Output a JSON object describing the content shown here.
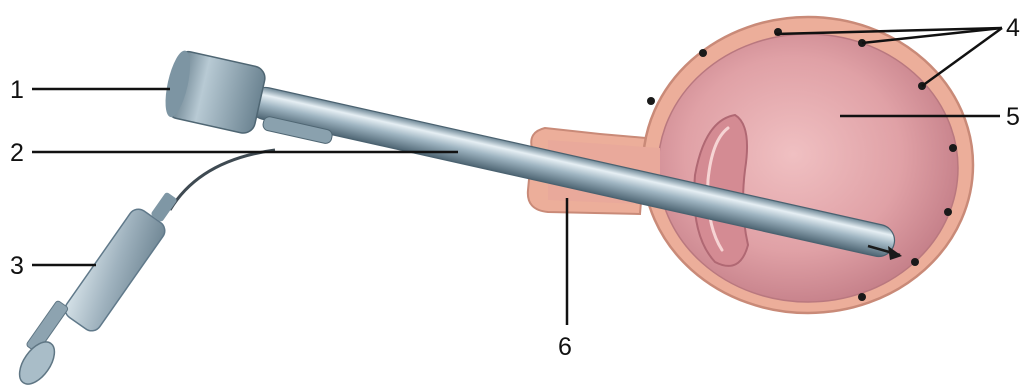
{
  "labels": [
    {
      "id": "1",
      "text": "1"
    },
    {
      "id": "2",
      "text": "2"
    },
    {
      "id": "3",
      "text": "3"
    },
    {
      "id": "4",
      "text": "4"
    },
    {
      "id": "5",
      "text": "5"
    },
    {
      "id": "6",
      "text": "6"
    }
  ],
  "colors": {
    "organ_wall": "#ecae9a",
    "organ_wall_edge": "#c98a78",
    "cavity": "#e2a3a6",
    "cavity_deep": "#c8848c",
    "tube": "#8fa6b4",
    "tube_highlight": "#e4eef3",
    "tube_shadow": "#5b7281",
    "leader": "#111111",
    "dot": "#1a1a1a"
  }
}
